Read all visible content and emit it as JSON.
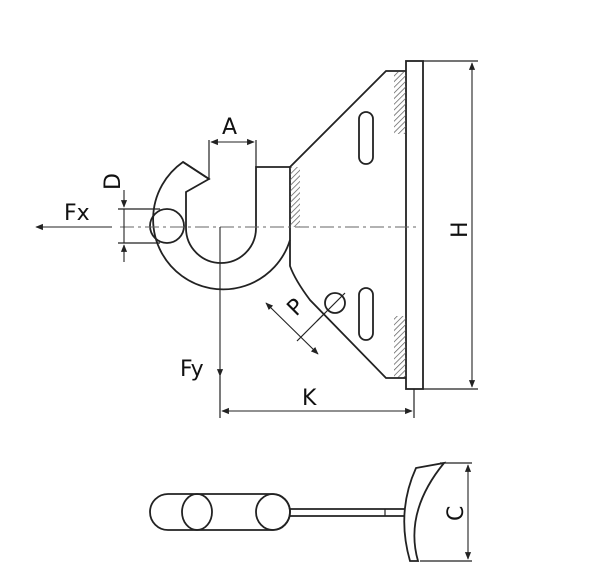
{
  "labels": {
    "A": "A",
    "D": "D",
    "Fx": "Fx",
    "Fy": "Fy",
    "H": "H",
    "K": "K",
    "P": "P",
    "C": "C"
  }
}
